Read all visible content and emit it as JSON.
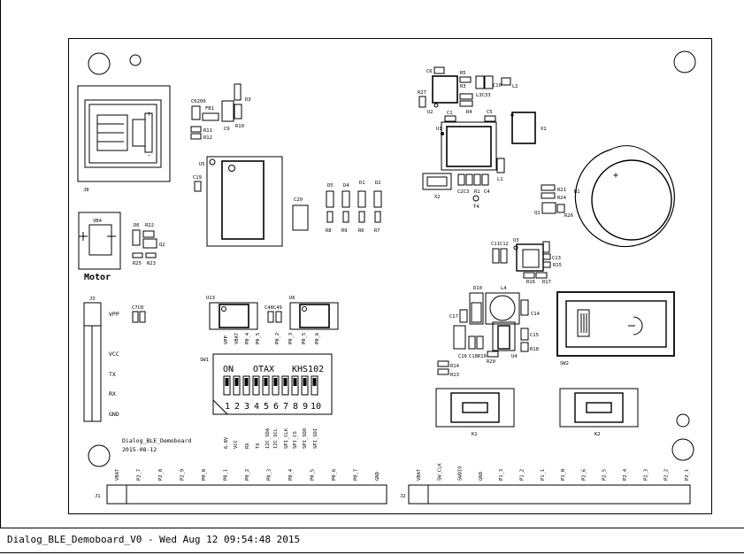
{
  "board_title": "Dialog_BLE_Demoboard",
  "board_date": "2015-08-12",
  "footer": "Dialog_BLE_Demoboard_V0 - Wed Aug 12 09:54:48 2015",
  "motor_label": "Motor",
  "refs": {
    "j8": "J8",
    "c6200": "C6200",
    "fb1": "FB1",
    "d3": "D3",
    "c9": "C9",
    "r10": "R10",
    "r11": "R11",
    "r12": "R12",
    "u5": "U5",
    "c19": "C19",
    "c20": "C20",
    "d5": "D5",
    "d4": "D4",
    "d1": "D1",
    "d2": "D2",
    "r8": "R8",
    "r9": "R9",
    "r6": "R6",
    "r7": "R7",
    "vb4": "VB4",
    "d6": "D6",
    "r22": "R22",
    "q2": "Q2",
    "r25": "R25",
    "r23": "R23",
    "j3": "J3",
    "c7c8": "C7C8",
    "u13": "U13",
    "c48c49": "C48C49",
    "u6": "U6",
    "sw1": "SW1",
    "c6": "C6",
    "r5": "R5",
    "r3": "R3",
    "c10": "C10",
    "l2": "L2",
    "r27": "R27",
    "u2": "U2",
    "l3c33": "L3C33",
    "r4": "R4",
    "c1": "C1",
    "c5": "C5",
    "u1": "U1",
    "x1": "X1",
    "l1": "L1",
    "x2": "X2",
    "c2c3": "C2C3",
    "r1": "R1",
    "c4": "C4",
    "t4": "T4",
    "r21": "R21",
    "r24": "R24",
    "q1": "Q1",
    "r26": "R26",
    "b1": "B1",
    "c11c12": "C11C12",
    "u3": "U3",
    "c13": "C13",
    "r15": "R15",
    "r16": "R16",
    "r17": "R17",
    "d10": "D10",
    "l4": "L4",
    "c17": "C17",
    "c14": "C14",
    "c16": "C16",
    "c18r19": "C18R19",
    "r20": "R20",
    "u4": "U4",
    "c15": "C15",
    "r18": "R18",
    "r14": "R14",
    "r13": "R13",
    "sw2": "SW2",
    "k1": "K1",
    "k2": "K2",
    "j1": "J1",
    "j2": "J2"
  },
  "j3_pins": [
    "VPP",
    "VCC",
    "TX",
    "RX",
    "GND"
  ],
  "u13_pins": [
    "VPP",
    "VBAT",
    "P0_4",
    "P0_5"
  ],
  "u6_pins": [
    "P0_2",
    "P0_3",
    "P0_5",
    "P0_6"
  ],
  "sw1_labels": [
    "6.8V",
    "VCC",
    "RX",
    "TX",
    "I2C_SDA",
    "I2C_SCL",
    "SPI_CLK",
    "SPI_CS",
    "SPI_SDO",
    "SPI_SDI"
  ],
  "dip": {
    "on": "ON",
    "brand": "OTAX",
    "model": "KHS102",
    "numbers": [
      "1",
      "2",
      "3",
      "4",
      "5",
      "6",
      "7",
      "8",
      "9",
      "10"
    ]
  },
  "j1_pins": [
    "VBAT",
    "P2_7",
    "P2_8",
    "P2_9",
    "P0_0",
    "P0_1",
    "P0_2",
    "P0_3",
    "P0_4",
    "P0_5",
    "P0_6",
    "P0_7",
    "GND"
  ],
  "j2_pins": [
    "VBAT",
    "SW_CLK",
    "SWDIO",
    "GND",
    "P1_3",
    "P1_2",
    "P1_1",
    "P1_0",
    "P2_6",
    "P2_5",
    "P2_4",
    "P2_3",
    "P2_2",
    "P2_1"
  ],
  "battery_plus": "+",
  "usb_plus": "+",
  "usb_minus": "-"
}
